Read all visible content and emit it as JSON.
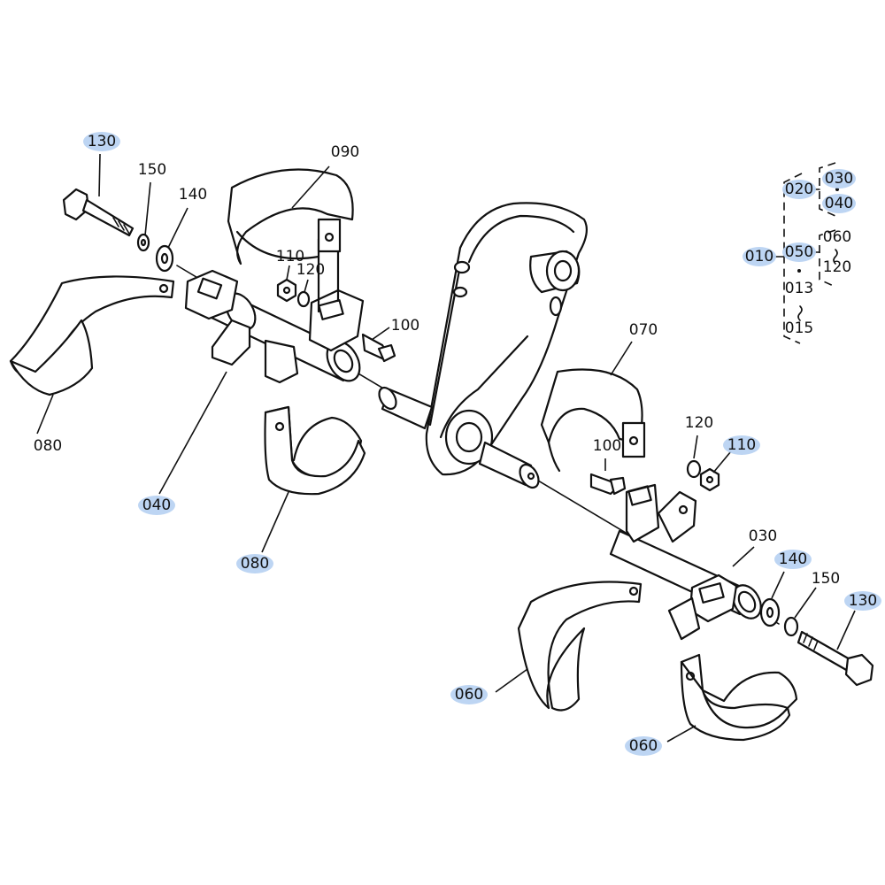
{
  "highlight_color": "#b9d3f2",
  "ink_color": "#111111",
  "callouts": [
    {
      "id": "c130a",
      "label": "130",
      "highlighted": true
    },
    {
      "id": "c150a",
      "label": "150",
      "highlighted": false
    },
    {
      "id": "c140a",
      "label": "140",
      "highlighted": false
    },
    {
      "id": "c090",
      "label": "090",
      "highlighted": false
    },
    {
      "id": "c110a",
      "label": "110",
      "highlighted": false
    },
    {
      "id": "c120a",
      "label": "120",
      "highlighted": false
    },
    {
      "id": "c100a",
      "label": "100",
      "highlighted": false
    },
    {
      "id": "c080a",
      "label": "080",
      "highlighted": false
    },
    {
      "id": "c040",
      "label": "040",
      "highlighted": true
    },
    {
      "id": "c080b",
      "label": "080",
      "highlighted": true
    },
    {
      "id": "c070",
      "label": "070",
      "highlighted": false
    },
    {
      "id": "c120b",
      "label": "120",
      "highlighted": false
    },
    {
      "id": "c110b",
      "label": "110",
      "highlighted": true
    },
    {
      "id": "c100b",
      "label": "100",
      "highlighted": false
    },
    {
      "id": "c030",
      "label": "030",
      "highlighted": false
    },
    {
      "id": "c140b",
      "label": "140",
      "highlighted": true
    },
    {
      "id": "c150b",
      "label": "150",
      "highlighted": false
    },
    {
      "id": "c130b",
      "label": "130",
      "highlighted": true
    },
    {
      "id": "c060a",
      "label": "060",
      "highlighted": true
    },
    {
      "id": "c060b",
      "label": "060",
      "highlighted": true
    }
  ],
  "legend": {
    "items": [
      {
        "id": "l020",
        "label": "020",
        "highlighted": true
      },
      {
        "id": "l030",
        "label": "030",
        "highlighted": true
      },
      {
        "id": "l040",
        "label": "040",
        "highlighted": true
      },
      {
        "id": "l010",
        "label": "010",
        "highlighted": true
      },
      {
        "id": "l050",
        "label": "050",
        "highlighted": true
      },
      {
        "id": "l060",
        "label": "060",
        "highlighted": false
      },
      {
        "id": "l120",
        "label": "120",
        "highlighted": false
      },
      {
        "id": "l013",
        "label": "013",
        "highlighted": false
      },
      {
        "id": "l015",
        "label": "015",
        "highlighted": false
      }
    ]
  }
}
